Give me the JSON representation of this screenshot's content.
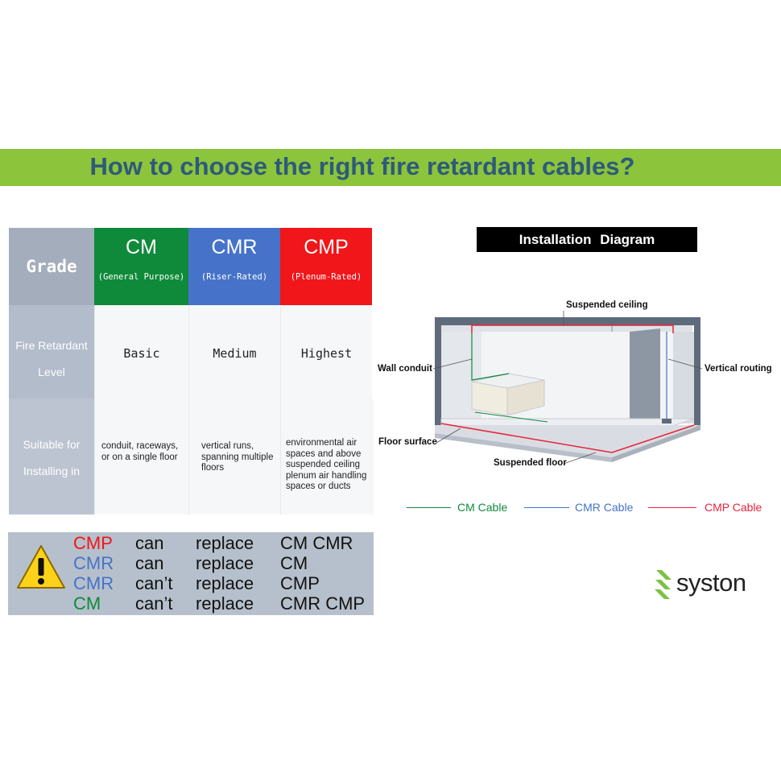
{
  "banner": {
    "title": "How to choose the right fire retardant cables?",
    "color": "#8cc43c"
  },
  "table": {
    "grade_header": "Grade",
    "grades": [
      {
        "name": "CM",
        "subtitle": "(General Purpose)",
        "color": "#0f8a3a"
      },
      {
        "name": "CMR",
        "subtitle": "(Riser-Rated)",
        "color": "#4673c9"
      },
      {
        "name": "CMP",
        "subtitle": "(Plenum-Rated)",
        "color": "#f0161a"
      }
    ],
    "rows": {
      "fire_label_1": "Fire Retardant",
      "fire_label_2": "Level",
      "levels": [
        "Basic",
        "Medium",
        "Highest"
      ],
      "suitable_label_1": "Suitable for",
      "suitable_label_2": "Installing in",
      "suitable": [
        [
          "conduit, raceways,",
          "or on a single floor"
        ],
        [
          "vertical runs,",
          "spanning multiple",
          "floors"
        ],
        [
          "environmental air",
          "spaces and above",
          "suspended ceiling",
          "plenum air handling",
          "spaces  or ducts"
        ]
      ]
    }
  },
  "rules": [
    {
      "subject": "CMP",
      "verb": "can",
      "action": "replace",
      "object": "CM CMR",
      "color": "#f0161a"
    },
    {
      "subject": "CMR",
      "verb": "can",
      "action": "replace",
      "object": "CM",
      "color": "#4673c9"
    },
    {
      "subject": "CMR",
      "verb": "can’t",
      "action": "replace",
      "object": "CMP",
      "color": "#4673c9"
    },
    {
      "subject": "CM",
      "verb": "can’t",
      "action": "replace",
      "object": "CMR CMP",
      "color": "#0f8a3a"
    }
  ],
  "diagram": {
    "title": "Installation   Diagram",
    "labels": {
      "suspended_ceiling": "Suspended ceiling",
      "wall_conduit": "Wall conduit",
      "vertical_routing": "Vertical routing",
      "floor_surface": "Floor surface",
      "suspended_floor": "Suspended floor"
    }
  },
  "legend": [
    {
      "label": "CM Cable",
      "color": "#0f8a3a"
    },
    {
      "label": "CMR Cable",
      "color": "#4673c9"
    },
    {
      "label": "CMP Cable",
      "color": "#e8233a"
    }
  ],
  "logo": {
    "text": "syston",
    "icon": "syston-logo-icon",
    "color": "#7cc242"
  },
  "icons": {
    "warning": "warning-triangle-icon"
  }
}
